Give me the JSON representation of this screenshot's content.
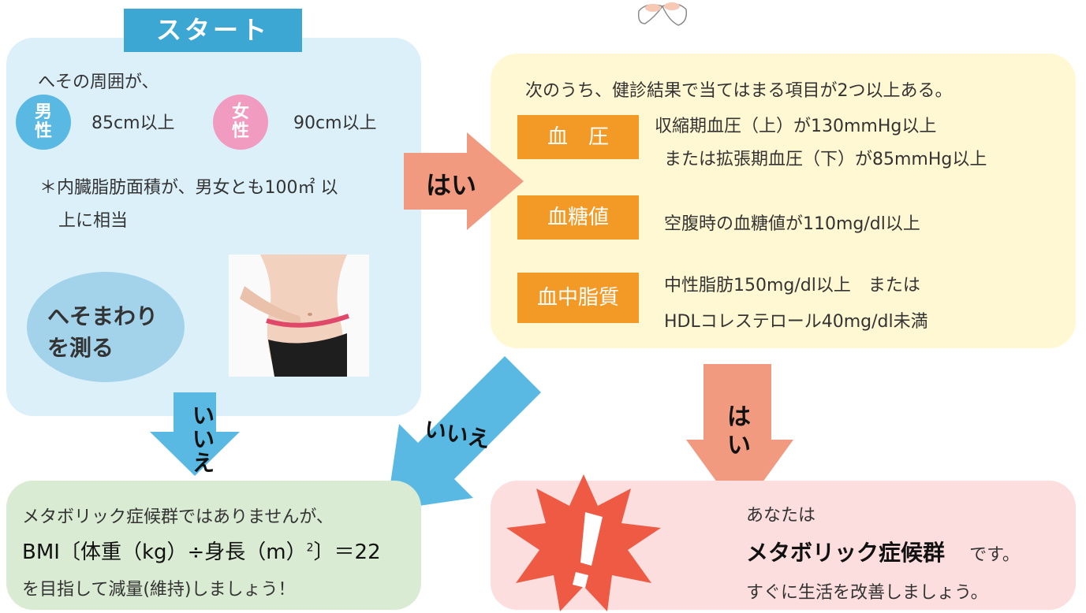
{
  "start": {
    "title": "スタート",
    "intro": "へその周囲が、",
    "male_badge": "男性",
    "male_badge_top": "男",
    "male_badge_bottom": "性",
    "male_value": "85cm以上",
    "female_badge": "女性",
    "female_badge_top": "女",
    "female_badge_bottom": "性",
    "female_value": "90cm以上",
    "note_line1": "＊内臓脂肪面積が、男女とも100㎡ 以",
    "note_line2": "上に相当",
    "measure_line1": "へそまわり",
    "measure_line2": "を測る"
  },
  "criteria": {
    "heading": "次のうち、健診結果で当てはまる項目が2つ以上ある。",
    "items": [
      {
        "label": "血　圧",
        "line1": "収縮期血圧（上）が130mmHg以上",
        "line2": "または拡張期血圧（下）が85mmHg以上"
      },
      {
        "label": "血糖値",
        "line1": "空腹時の血糖値が110mg/dl以上",
        "line2": ""
      },
      {
        "label": "血中脂質",
        "line1": "中性脂肪150mg/dl以上　または",
        "line2": "HDLコレステロール40mg/dl未満"
      }
    ]
  },
  "arrows": {
    "yes_right": "はい",
    "no_down_1": "い",
    "no_down_2": "い",
    "no_down_3": "え",
    "no_diag": "いいえ",
    "yes_down_1": "は",
    "yes_down_2": "い"
  },
  "result_no": {
    "line1": "メタボリック症候群ではありませんが、",
    "line2": "BMI〔体重（kg）÷身長（m）",
    "line2_sup": "2",
    "line2_end": "〕＝22",
    "line3": "を目指して減量(維持)しましょう！"
  },
  "result_yes": {
    "line1": "あなたは",
    "line2_bold": "メタボリック症候群",
    "line2_tail": "です。",
    "line3": "すぐに生活を改善しましょう。",
    "burst_mark": "!"
  },
  "colors": {
    "start_panel": "#dcf0fa",
    "start_tab": "#3ca7d2",
    "criteria_panel": "#fff8d2",
    "label_orange": "#f39a26",
    "arrow_salmon": "#f29a80",
    "arrow_blue": "#5ab9e3",
    "result_no_panel": "#d9ebd2",
    "result_yes_panel": "#fbdedd",
    "male_circle": "#5ab9e3",
    "female_circle": "#f19bc0",
    "burst_red": "#ee5a44"
  }
}
